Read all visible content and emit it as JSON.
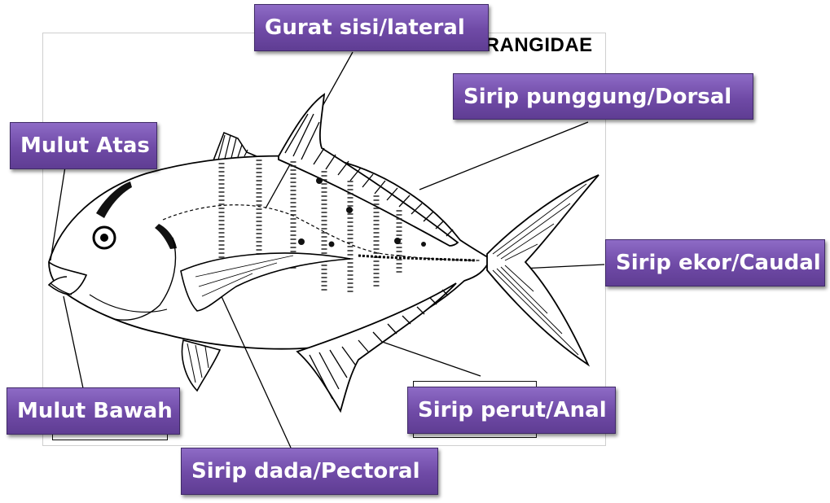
{
  "figure": {
    "header": "CARANGIDAE"
  },
  "labels": {
    "gurat_sisi": "Gurat sisi/lateral",
    "sirip_punggung": "Sirip punggung/Dorsal",
    "mulut_atas": "Mulut Atas",
    "sirip_ekor": "Sirip ekor/Caudal",
    "mulut_bawah": "Mulut Bawah",
    "sirip_perut": "Sirip perut/Anal",
    "sirip_dada": "Sirip dada/Pectoral"
  },
  "colors": {
    "label_fill": "#6f4aa6",
    "label_text": "#ffffff",
    "drawing_ink": "#000000"
  }
}
